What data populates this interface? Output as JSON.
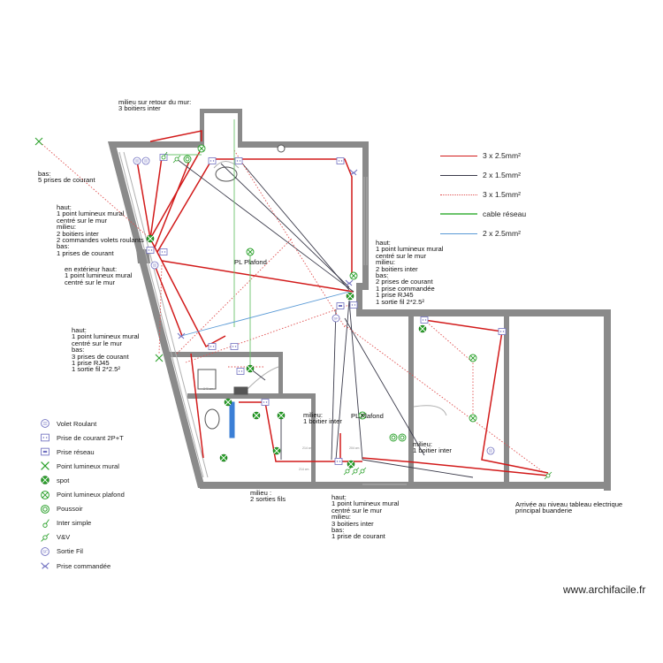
{
  "notes": {
    "n_top": "milieu sur retour du mur:\n3 boitiers inter",
    "n_bas5": "bas:\n5 prises de courant",
    "n_left1": "haut:\n1 point lumineux mural\ncentré sur le mur\nmilieu:\n2 boitiers inter\n2 commandes volets roulants\nbas:\n1 prises de courant",
    "n_ext": "en extérieur haut:\n1 point lumineux mural\ncentré sur le mur",
    "n_left2": "haut:\n1 point lumineux mural\ncentré sur le mur\nbas:\n3 prises de courant\n1 prise RJ45\n1 sortie fil 2*2.5²",
    "n_right1": "haut:\n1 point lumineux mural\ncentré sur le mur\nmilieu:\n2 boitiers inter\nbas:\n2 prises de courant\n1 prise commandée\n1 prise RJ45\n1 sortie fil 2*2.5²",
    "n_pl1": "PL Plafond",
    "n_pl2": "PL Plafond",
    "n_mil1": "milieu:\n1 boitier inter",
    "n_mil2": "milieu:\n1 boitier inter",
    "n_sorties": "milieu :\n2 sorties fils",
    "n_bottom": "haut:\n1 point lumineux mural\ncentré sur le mur\nmilieu:\n3 boitiers inter\nbas:\n1 prise de courant",
    "n_arrivee": "Arrivée au niveau tableau electrique\nprincipal buanderie"
  },
  "wire_legend": [
    {
      "label": "3 x 2.5mm²",
      "color": "#d21a1a",
      "style": "solid"
    },
    {
      "label": "2 x 1.5mm²",
      "color": "#3a3a4a",
      "style": "solid"
    },
    {
      "label": "3 x 1.5mm²",
      "color": "#e05050",
      "style": "dotted"
    },
    {
      "label": "cable réseau",
      "color": "#6cc46c",
      "style": "solid"
    },
    {
      "label": "2 x 2.5mm²",
      "color": "#5a9ad6",
      "style": "solid"
    }
  ],
  "symbol_legend": [
    {
      "label": "Volet Roulant",
      "icon": "volet-roulant"
    },
    {
      "label": "Prise de courant 2P+T",
      "icon": "prise-courant"
    },
    {
      "label": "Prise réseau",
      "icon": "prise-reseau"
    },
    {
      "label": "Point lumineux mural",
      "icon": "point-lumineux-mural"
    },
    {
      "label": "spot",
      "icon": "spot"
    },
    {
      "label": "Point lumineux plafond",
      "icon": "point-lumineux-plafond"
    },
    {
      "label": "Poussoir",
      "icon": "poussoir"
    },
    {
      "label": "Inter simple",
      "icon": "inter-simple"
    },
    {
      "label": "V&V",
      "icon": "va-et-vient"
    },
    {
      "label": "Sortie Fil",
      "icon": "sortie-fil"
    },
    {
      "label": "Prise commandée",
      "icon": "prise-commandee"
    }
  ],
  "watermark": "www.archifacile.fr",
  "colors": {
    "wall": "#8a8a8a",
    "red": "#d21a1a",
    "dark": "#3a3a4a",
    "green": "#6cc46c",
    "blue": "#5a9ad6",
    "symbol": "#7070c0",
    "light": "#2aa02a"
  }
}
